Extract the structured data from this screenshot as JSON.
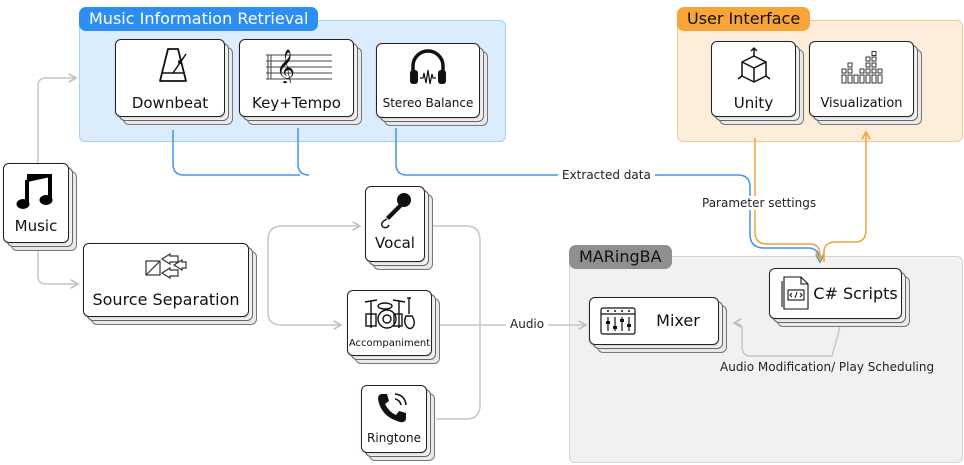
{
  "groups": {
    "mir": {
      "title": "Music Information Retrieval",
      "color": "#2b8ef0",
      "bg": "#dbecfc"
    },
    "ui": {
      "title": "User Interface",
      "color": "#f7a43a",
      "bg": "#fdeedb"
    },
    "maringba": {
      "title": "MARingBA",
      "color": "#8f8f8f",
      "bg": "#f1f1f1"
    }
  },
  "nodes": {
    "music": {
      "label": "Music",
      "icon": "music-note-icon"
    },
    "downbeat": {
      "label": "Downbeat",
      "icon": "metronome-icon"
    },
    "key_tempo": {
      "label": "Key+Tempo",
      "icon": "treble-clef-icon"
    },
    "stereo_balance": {
      "label": "Stereo Balance",
      "icon": "headphones-icon"
    },
    "unity": {
      "label": "Unity",
      "icon": "cube-icon"
    },
    "visualization": {
      "label": "Visualization",
      "icon": "equalizer-icon"
    },
    "source_separation": {
      "label": "Source Separation",
      "icon": "split-arrows-icon"
    },
    "vocal": {
      "label": "Vocal",
      "icon": "microphone-icon"
    },
    "accompaniment": {
      "label": "Accompaniment",
      "icon": "drum-kit-icon"
    },
    "ringtone": {
      "label": "Ringtone",
      "icon": "phone-ringing-icon"
    },
    "mixer": {
      "label": "Mixer",
      "icon": "mixer-icon"
    },
    "csharp_scripts": {
      "label": "C# Scripts",
      "icon": "code-file-icon"
    }
  },
  "edges": {
    "extracted_data": "Extracted data",
    "parameter_settings": "Parameter settings",
    "audio": "Audio",
    "audio_modification": "Audio Modification/ Play Scheduling"
  },
  "colors": {
    "blue_line": "#3b97f0",
    "orange_line": "#f3a23e",
    "gray_line": "#c6c6c6"
  }
}
